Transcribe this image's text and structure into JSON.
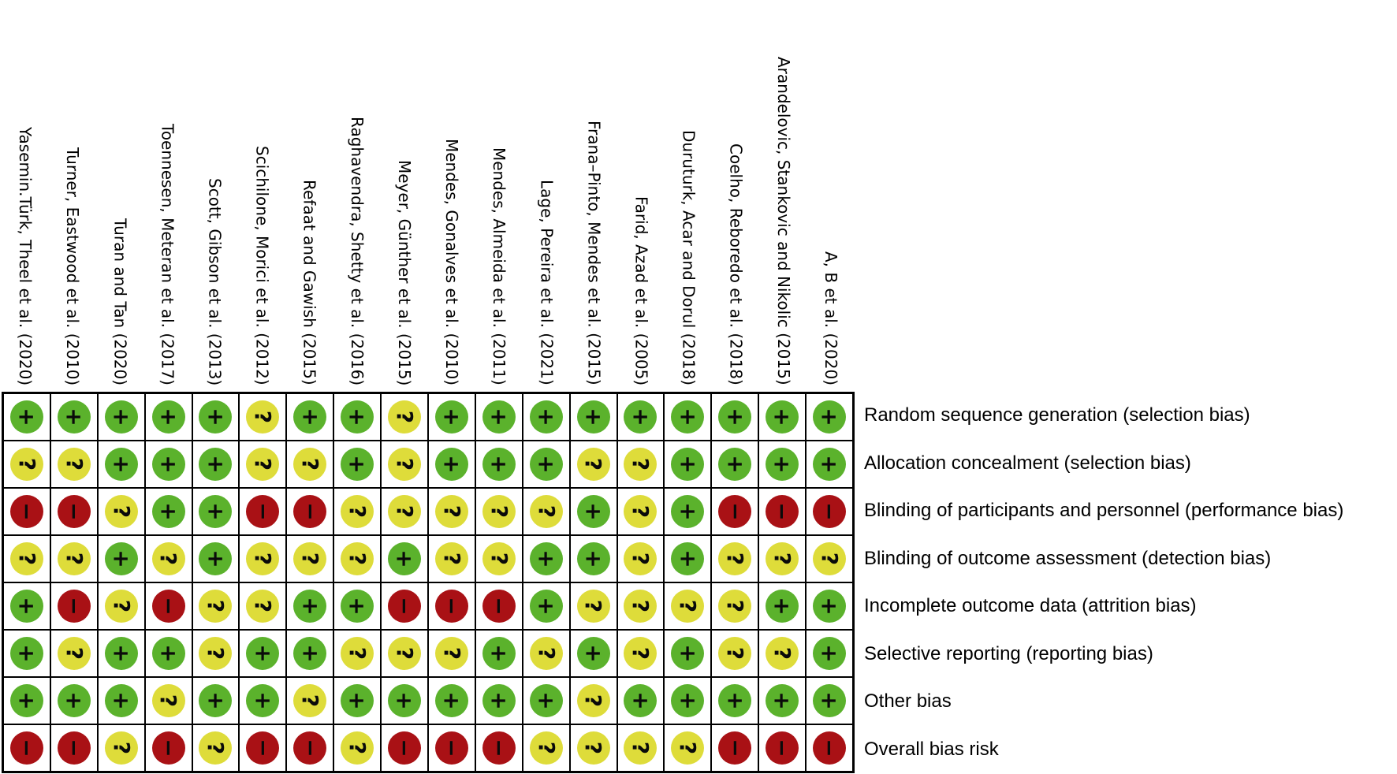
{
  "figure": {
    "type": "risk-of-bias-summary",
    "studies": [
      "Yasemin.Türk, Theel et al. (2020)",
      "Turner, Eastwood et al. (2010)",
      "Turan and Tan (2020)",
      "Toennesen, Meteran et al. (2017)",
      "Scott, Gibson et al. (2013)",
      "Scichilone, Morici et al. (2012)",
      "Refaat and Gawish (2015)",
      "Raghavendra, Shetty et al. (2016)",
      "Meyer, Günther et al. (2015)",
      "Mendes, Gonalves et al. (2010)",
      "Mendes, Almeida et al. (2011)",
      "Lage, Pereira et al. (2021)",
      "Frana–Pinto, Mendes et al. (2015)",
      "Farid, Azad et al. (2005)",
      "Duruturk, Acar and Dorul (2018)",
      "Coelho, Reboredo et al. (2018)",
      "Arandelovic, Stankovic and Nikolic (2015)",
      "A, B et al. (2020)"
    ],
    "domains": [
      "Random sequence generation (selection bias)",
      "Allocation concealment (selection bias)",
      "Blinding of participants and personnel (performance bias)",
      "Blinding of outcome assessment (detection bias)",
      "Incomplete outcome data (attrition bias)",
      "Selective reporting (reporting bias)",
      "Other bias",
      "Overall bias risk"
    ],
    "matrix": [
      [
        "+",
        "+",
        "+",
        "+",
        "+",
        "?",
        "+",
        "+",
        "?",
        "+",
        "+",
        "+",
        "+",
        "+",
        "+",
        "+",
        "+",
        "+"
      ],
      [
        "?",
        "?",
        "+",
        "+",
        "+",
        "?",
        "?",
        "+",
        "?",
        "+",
        "+",
        "+",
        "?",
        "?",
        "+",
        "+",
        "+",
        "+"
      ],
      [
        "-",
        "-",
        "?",
        "+",
        "+",
        "-",
        "-",
        "?",
        "?",
        "?",
        "?",
        "?",
        "+",
        "?",
        "+",
        "-",
        "-",
        "-"
      ],
      [
        "?",
        "?",
        "+",
        "?",
        "+",
        "?",
        "?",
        "?",
        "+",
        "?",
        "?",
        "+",
        "+",
        "?",
        "+",
        "?",
        "?",
        "?"
      ],
      [
        "+",
        "-",
        "?",
        "-",
        "?",
        "?",
        "+",
        "+",
        "-",
        "-",
        "-",
        "+",
        "?",
        "?",
        "?",
        "?",
        "+",
        "+"
      ],
      [
        "+",
        "?",
        "+",
        "+",
        "?",
        "+",
        "+",
        "?",
        "?",
        "?",
        "+",
        "?",
        "+",
        "?",
        "+",
        "?",
        "?",
        "+"
      ],
      [
        "+",
        "+",
        "+",
        "?",
        "+",
        "+",
        "?",
        "+",
        "+",
        "+",
        "+",
        "+",
        "?",
        "+",
        "+",
        "+",
        "+",
        "+"
      ],
      [
        "-",
        "-",
        "?",
        "-",
        "?",
        "-",
        "-",
        "?",
        "-",
        "-",
        "-",
        "?",
        "?",
        "?",
        "?",
        "-",
        "-",
        "-"
      ]
    ],
    "symbols": {
      "low": "+",
      "unclear": "?",
      "high": "-"
    },
    "display_symbols": {
      "low": "+",
      "unclear": "?",
      "high": "−"
    },
    "colors": {
      "low": "#5bb22c",
      "unclear": "#dedc3a",
      "high": "#a91115",
      "border": "#000000",
      "background": "#ffffff"
    }
  },
  "chart_data": {
    "type": "heatmap",
    "title": "",
    "x_categories": [
      "Yasemin.Türk, Theel et al. (2020)",
      "Turner, Eastwood et al. (2010)",
      "Turan and Tan (2020)",
      "Toennesen, Meteran et al. (2017)",
      "Scott, Gibson et al. (2013)",
      "Scichilone, Morici et al. (2012)",
      "Refaat and Gawish (2015)",
      "Raghavendra, Shetty et al. (2016)",
      "Meyer, Günther et al. (2015)",
      "Mendes, Gonalves et al. (2010)",
      "Mendes, Almeida et al. (2011)",
      "Lage, Pereira et al. (2021)",
      "Frana–Pinto, Mendes et al. (2015)",
      "Farid, Azad et al. (2005)",
      "Duruturk, Acar and Dorul (2018)",
      "Coelho, Reboredo et al. (2018)",
      "Arandelovic, Stankovic and Nikolic (2015)",
      "A, B et al. (2020)"
    ],
    "y_categories": [
      "Random sequence generation (selection bias)",
      "Allocation concealment (selection bias)",
      "Blinding of participants and personnel (performance bias)",
      "Blinding of outcome assessment (detection bias)",
      "Incomplete outcome data (attrition bias)",
      "Selective reporting (reporting bias)",
      "Other bias",
      "Overall bias risk"
    ],
    "values": [
      [
        "+",
        "+",
        "+",
        "+",
        "+",
        "?",
        "+",
        "+",
        "?",
        "+",
        "+",
        "+",
        "+",
        "+",
        "+",
        "+",
        "+",
        "+"
      ],
      [
        "?",
        "?",
        "+",
        "+",
        "+",
        "?",
        "?",
        "+",
        "?",
        "+",
        "+",
        "+",
        "?",
        "?",
        "+",
        "+",
        "+",
        "+"
      ],
      [
        "-",
        "-",
        "?",
        "+",
        "+",
        "-",
        "-",
        "?",
        "?",
        "?",
        "?",
        "?",
        "+",
        "?",
        "+",
        "-",
        "-",
        "-"
      ],
      [
        "?",
        "?",
        "+",
        "?",
        "+",
        "?",
        "?",
        "?",
        "+",
        "?",
        "?",
        "+",
        "+",
        "?",
        "+",
        "?",
        "?",
        "?"
      ],
      [
        "+",
        "-",
        "?",
        "-",
        "?",
        "?",
        "+",
        "+",
        "-",
        "-",
        "-",
        "+",
        "?",
        "?",
        "?",
        "?",
        "+",
        "+"
      ],
      [
        "+",
        "?",
        "+",
        "+",
        "?",
        "+",
        "+",
        "?",
        "?",
        "?",
        "+",
        "?",
        "+",
        "?",
        "+",
        "?",
        "?",
        "+"
      ],
      [
        "+",
        "+",
        "+",
        "?",
        "+",
        "+",
        "?",
        "+",
        "+",
        "+",
        "+",
        "+",
        "?",
        "+",
        "+",
        "+",
        "+",
        "+"
      ],
      [
        "-",
        "-",
        "?",
        "-",
        "?",
        "-",
        "-",
        "?",
        "-",
        "-",
        "-",
        "?",
        "?",
        "?",
        "?",
        "-",
        "-",
        "-"
      ]
    ],
    "value_legend": {
      "+": "low risk of bias (green)",
      "?": "unclear risk of bias (yellow)",
      "-": "high risk of bias (red)"
    },
    "grid": true,
    "legend_position": "none"
  }
}
